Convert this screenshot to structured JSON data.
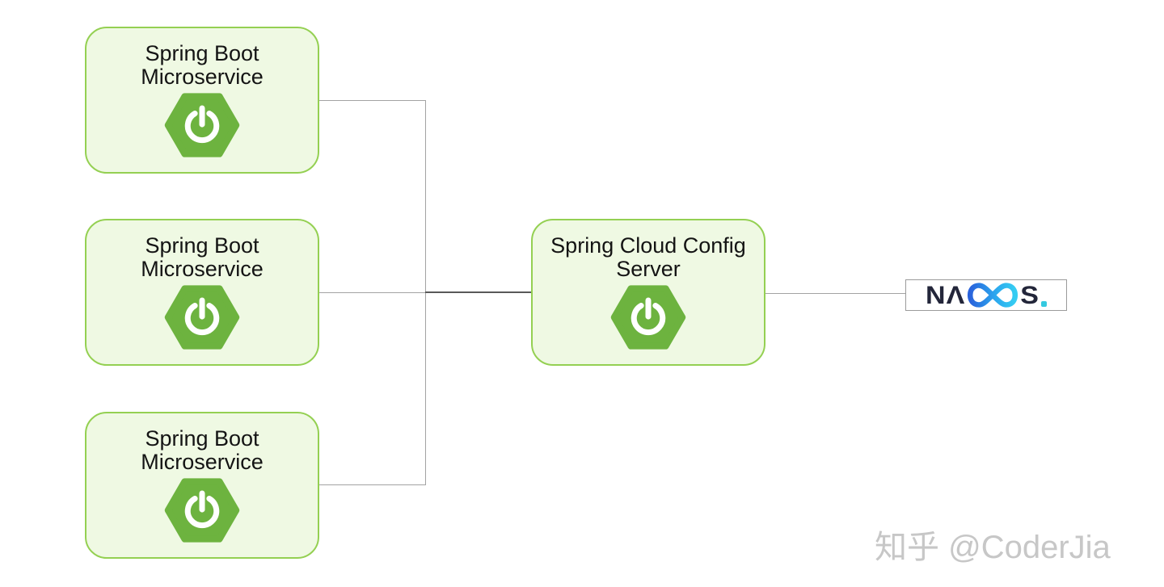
{
  "nodes": [
    {
      "title": "Spring Boot Microservice"
    },
    {
      "title": "Spring Boot Microservice"
    },
    {
      "title": "Spring Boot Microservice"
    },
    {
      "title": "Spring Cloud Config Server"
    }
  ],
  "nacos": {
    "reads": "NACOS",
    "prefix": "NΛ",
    "suffix": "S"
  },
  "watermark": {
    "text": "知乎 @CoderJia"
  },
  "icons": {
    "spring_boot": "spring-boot-power-hexagon-icon",
    "nacos_co": "nacos-infinity-co-icon",
    "nacos_dot": "nacos-teal-dot-icon"
  },
  "colors": {
    "node_fill": "#eff9e3",
    "node_border": "#94d052",
    "spring_green": "#6db33f",
    "connector_light": "#a3a3a3",
    "connector_dark": "#595959",
    "nacos_dark": "#23263a",
    "nacos_blue_start": "#2a63dc",
    "nacos_blue_end": "#35cdf2",
    "nacos_dot": "#35c9e0",
    "watermark": "#c7c7c7",
    "title_text": "#141414"
  }
}
